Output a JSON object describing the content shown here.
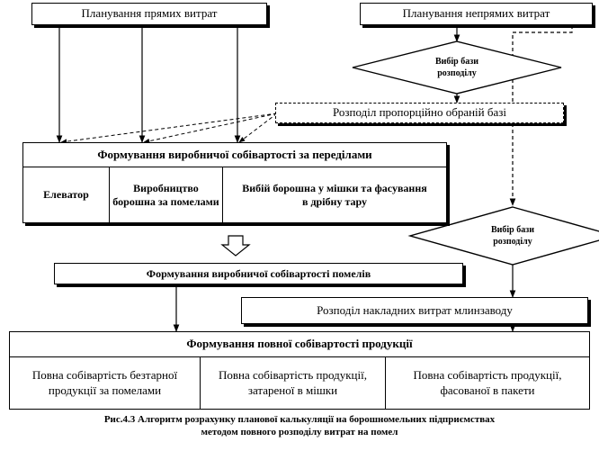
{
  "nodes": {
    "direct_costs": "Планування  прямих  витрат",
    "indirect_costs": "Планування  непрямих  витрат",
    "allocation_base_1": "Вибір бази розподілу",
    "proportional_allocation": "Розподіл пропорційно  обраній базі",
    "stage_cost_formation": "Формування  виробничої  собівартості за переділами",
    "stage_elevator": "Елеватор",
    "stage_flour_production": "Виробництво борошна за помелами",
    "stage_packing": "Вибій борошна у мішки та фасування  в дрібну тару",
    "allocation_base_2": "Вибір бази розподілу",
    "grinding_cost_formation": "Формування  виробничої собівартості помелів",
    "overhead_allocation": "Розподіл накладних  витрат  млинзаводу",
    "full_cost_formation": "Формування  повної собівартості продукції",
    "full_cost_bulk": "Повна  собівартість безтарної продукції  за помелами",
    "full_cost_bagged": "Повна  собівартість продукції, затареної в мішки",
    "full_cost_packaged": "Повна собівартість продукції, фасованої в пакети"
  },
  "caption": {
    "line1": "Рис.4.3 Алгоритм розрахунку  планової калькуляції  на борошномельних  підприємствах",
    "line2": "методом повного розподілу витрат на помел"
  }
}
